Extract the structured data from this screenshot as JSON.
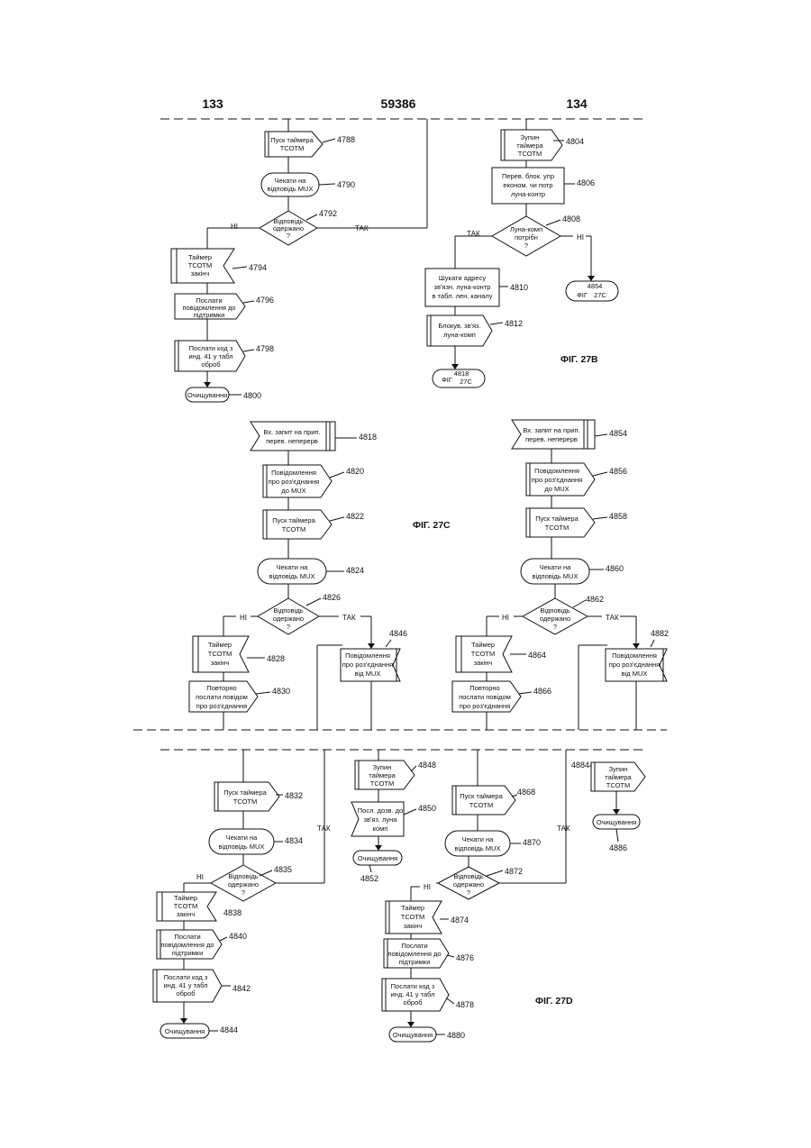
{
  "header": {
    "left": "133",
    "center": "59386",
    "right": "134"
  },
  "figures": {
    "b": "ФІГ. 27В",
    "c": "ФІГ. 27С",
    "d": "ФІГ. 27D"
  },
  "branches": {
    "yes": "ТАК",
    "no": "НІ"
  },
  "fig27b": {
    "s4788": [
      "Пуск таймера",
      "ТСОТМ"
    ],
    "r4788": "4788",
    "s4790": [
      "Чекати на",
      "відповідь MUX"
    ],
    "r4790": "4790",
    "s4792": [
      "Відповідь",
      "одержано",
      "?"
    ],
    "r4792": "4792",
    "s4794": [
      "Таймер",
      "ТСОТМ",
      "закінч"
    ],
    "r4794": "4794",
    "s4796": [
      "Послати",
      "повідомлення до",
      "підтримки"
    ],
    "r4796": "4796",
    "s4798": [
      "Послати код з",
      "инд. 41 у табл",
      "оброб"
    ],
    "r4798": "4798",
    "s4800": [
      "Очищування"
    ],
    "r4800": "4800",
    "s4804": [
      "Зупин",
      "таймера",
      "ТСОТМ"
    ],
    "r4804": "4804",
    "s4806": [
      "Перев. блок. упр",
      "економ. чи потр",
      "луна-контр"
    ],
    "r4806": "4806",
    "s4808": [
      "Луна-комп",
      "потрібн",
      "?"
    ],
    "r4808": "4808",
    "s4810": [
      "Шукати адресу",
      "зв'язн. луна-контр",
      "в табл. лен. каналу"
    ],
    "r4810": "4810",
    "s4812": [
      "Блокув. зв'яз.",
      "луна-комп"
    ],
    "r4812": "4812",
    "c4818_fig": "ФІГ",
    "c4818_num": "4818",
    "c4818_sub": "27С",
    "c4854_num": "4854",
    "c4854_fig": "ФІГ",
    "c4854_sub": "27С"
  },
  "fig27c_left": {
    "s4818": [
      "Вх. запит на прип.",
      "перев. неперерв"
    ],
    "r4818": "4818",
    "s4820": [
      "Повідомлення",
      "про роз'єднання",
      "до MUX"
    ],
    "r4820": "4820",
    "s4822": [
      "Пуск таймера",
      "ТСОТМ"
    ],
    "r4822": "4822",
    "s4824": [
      "Чекати на",
      "відповідь MUX"
    ],
    "r4824": "4824",
    "s4826": [
      "Відповідь",
      "одержано",
      "?"
    ],
    "r4826": "4826",
    "s4828": [
      "Таймер",
      "ТСОТМ",
      "закінч"
    ],
    "r4828": "4828",
    "s4830": [
      "Повторно",
      "послати повідом",
      "про роз'єднання"
    ],
    "r4830": "4830",
    "s4846": [
      "Повідомлення",
      "про роз'єднання",
      "від MUX"
    ],
    "r4846": "4846"
  },
  "fig27c_right": {
    "s4854": [
      "Вх. запит на прип.",
      "перев. неперерв"
    ],
    "r4854": "4854",
    "s4856": [
      "Повідомлення",
      "про роз'єднання",
      "до MUX"
    ],
    "r4856": "4856",
    "s4858": [
      "Пуск таймера",
      "ТСОТМ"
    ],
    "r4858": "4858",
    "s4860": [
      "Чекати на",
      "відповідь MUX"
    ],
    "r4860": "4860",
    "s4862": [
      "Відповідь",
      "одержано",
      "?"
    ],
    "r4862": "4862",
    "s4864": [
      "Таймер",
      "ТСОТМ",
      "закінч"
    ],
    "r4864": "4864",
    "s4866": [
      "Повторно",
      "послати повідом",
      "про роз'єднання"
    ],
    "r4866": "4866",
    "s4882": [
      "Повідомлення",
      "про роз'єднання",
      "від MUX"
    ],
    "r4882": "4882"
  },
  "fig27d": {
    "s4832": [
      "Пуск таймера",
      "ТСОТМ"
    ],
    "r4832": "4832",
    "s4834": [
      "Чекати на",
      "відповідь MUX"
    ],
    "r4834": "4834",
    "s4836": [
      "Відповідь",
      "одержано",
      "?"
    ],
    "r4835": "4835",
    "s4838": [
      "Таймер",
      "ТСОТМ",
      "закінч"
    ],
    "r4838": "4838",
    "s4840": [
      "Послати",
      "повідомлення до",
      "підтримки"
    ],
    "r4840": "4840",
    "s4842": [
      "Послати код з",
      "инд. 41 у табл",
      "оброб"
    ],
    "r4842": "4842",
    "s4844": [
      "Очищування"
    ],
    "r4844": "4844",
    "s4848": [
      "Зупин",
      "таймера",
      "ТСОТМ"
    ],
    "r4848": "4848",
    "s4850": [
      "Посл. дозв. до",
      "зв'яз. луна",
      "комп"
    ],
    "r4850": "4850",
    "s4852": [
      "Очищування"
    ],
    "r4852": "4852",
    "s4868": [
      "Пуск таймера",
      "ТСОТМ"
    ],
    "r4868": "4868",
    "s4870": [
      "Чекати на",
      "відповідь MUX"
    ],
    "r4870": "4870",
    "s4872": [
      "Відповідь",
      "одержано",
      "?"
    ],
    "r4872": "4872",
    "s4874": [
      "Таймер",
      "ТСОТМ",
      "закінч"
    ],
    "r4874": "4874",
    "s4876": [
      "Послати",
      "повідомлення до",
      "підтримки"
    ],
    "r4876": "4876",
    "s4878": [
      "Послати код з",
      "инд. 41 у табл",
      "оброб"
    ],
    "r4878": "4878",
    "s4880": [
      "Очищування"
    ],
    "r4880": "4880",
    "s4884": [
      "Зупин",
      "таймера",
      "ТСОТМ"
    ],
    "r4884": "4884",
    "s4886": [
      "Очищування"
    ],
    "r4886": "4886"
  }
}
